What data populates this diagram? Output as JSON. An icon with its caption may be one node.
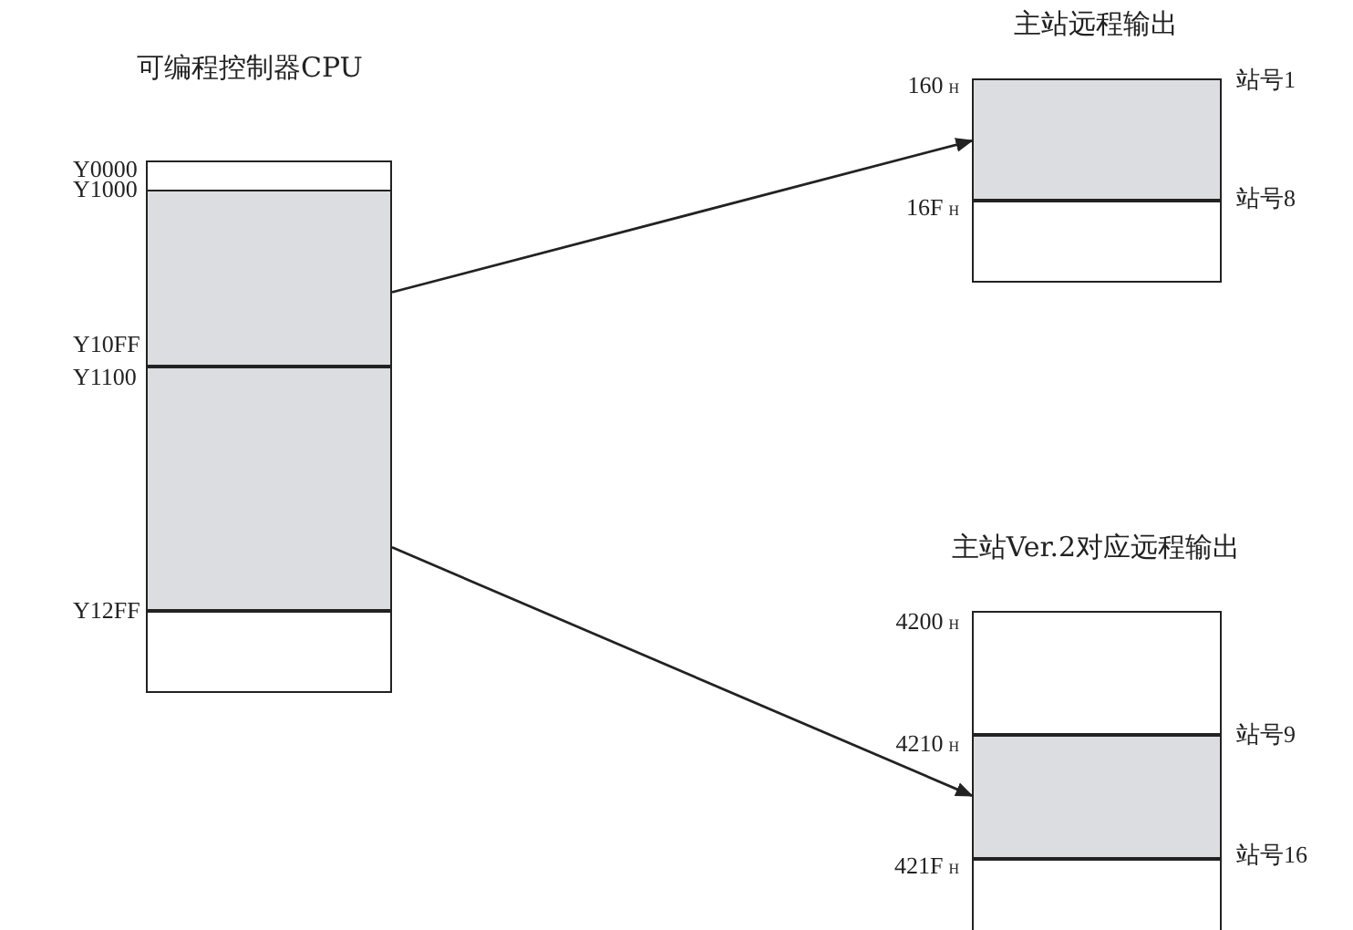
{
  "diagram": {
    "nodes": [
      {
        "text": [
          "可编程控制器CPU"
        ]
      },
      {
        "text": [],
        "shape": "box",
        "in": 0,
        "beside": [
          "Y0000"
        ]
      },
      {
        "text": [],
        "shape": "box",
        "in": 0,
        "beside": [
          "Y1000",
          "Y10FF"
        ]
      },
      {
        "text": [],
        "shape": "box",
        "in": 0,
        "beside": [
          "Y1100",
          "Y12FF"
        ]
      },
      {
        "text": [],
        "shape": "box",
        "in": 0
      },
      {
        "text": [
          "主站远程输出"
        ]
      },
      {
        "text": [],
        "shape": "box",
        "in": 5,
        "beside": [
          "160$_{H}$",
          "16F$_{H}$",
          "站号1",
          "站号8"
        ]
      },
      {
        "text": [],
        "shape": "box",
        "in": 5
      },
      {
        "text": [
          "主站Ver.2对应远程输出"
        ]
      },
      {
        "text": [],
        "shape": "box",
        "in": 8,
        "beside": [
          "4200$_{H}$"
        ]
      },
      {
        "text": [],
        "shape": "box",
        "in": 8,
        "beside": [
          "4210$_{H}$",
          "421F$_{H}$",
          "站号9",
          "站号16"
        ]
      },
      {
        "text": [],
        "shape": "box",
        "in": 8
      }
    ],
    "edges": [
      {
        "from": 2,
        "to": 6,
        "arrow": "to"
      },
      {
        "from": 3,
        "to": 10,
        "arrow": "to"
      }
    ]
  }
}
